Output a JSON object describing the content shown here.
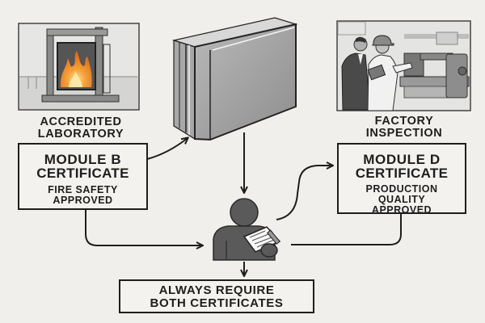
{
  "left_panel": {
    "illustration": "fire-test-furnace",
    "caption_line1": "ACCREDITED",
    "caption_line2": "LABORATORY"
  },
  "right_panel": {
    "illustration": "factory-inspectors",
    "caption_line1": "FACTORY",
    "caption_line2": "INSPECTION"
  },
  "center_product": {
    "illustration": "insulation-panel"
  },
  "module_b": {
    "title": "MODULE B",
    "subtitle": "CERTIFICATE",
    "detail_line1": "FIRE SAFETY",
    "detail_line2": "APPROVED"
  },
  "module_d": {
    "title": "MODULE D",
    "subtitle": "CERTIFICATE",
    "detail_line1": "PRODUCTION",
    "detail_line2": "QUALITY",
    "detail_line3": "APPROVED"
  },
  "buyer": {
    "illustration": "person-with-clipboard"
  },
  "conclusion": {
    "line1": "ALWAYS REQUIRE",
    "line2": "BOTH CERTIFICATES"
  },
  "colors": {
    "background": "#f0efeb",
    "ink": "#1e1e1e",
    "person": "#555555",
    "flame": "#f08a24"
  }
}
